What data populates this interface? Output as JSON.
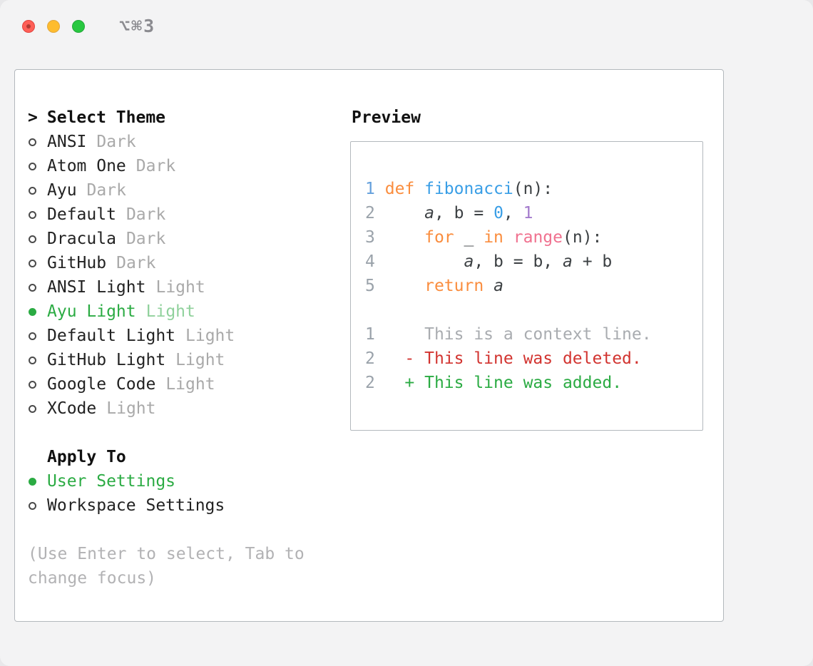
{
  "colors": {
    "accent_green": "#2bab43",
    "accent_green_muted": "#90d19c",
    "gray_text": "#a9a9a9",
    "keyword_orange": "#fa8d3e",
    "function_blue": "#399ee6",
    "number_blue": "#399ee6",
    "number_purple": "#a37acc",
    "range_pink": "#f0718f",
    "diff_red": "#d23430",
    "diff_green": "#2bab43",
    "traffic_red": "#ff5f57",
    "traffic_yellow": "#febc2e",
    "traffic_green": "#28c840"
  },
  "window": {
    "title": "⌥⌘3"
  },
  "theme_list": {
    "prompt": ">",
    "header": "Select Theme",
    "items": [
      {
        "name": "ANSI",
        "variant": "Dark",
        "selected": false
      },
      {
        "name": "Atom One",
        "variant": "Dark",
        "selected": false
      },
      {
        "name": "Ayu",
        "variant": "Dark",
        "selected": false
      },
      {
        "name": "Default",
        "variant": "Dark",
        "selected": false
      },
      {
        "name": "Dracula",
        "variant": "Dark",
        "selected": false
      },
      {
        "name": "GitHub",
        "variant": "Dark",
        "selected": false
      },
      {
        "name": "ANSI Light",
        "variant": "Light",
        "selected": false
      },
      {
        "name": "Ayu Light",
        "variant": "Light",
        "selected": true
      },
      {
        "name": "Default Light",
        "variant": "Light",
        "selected": false
      },
      {
        "name": "GitHub Light",
        "variant": "Light",
        "selected": false
      },
      {
        "name": "Google Code",
        "variant": "Light",
        "selected": false
      },
      {
        "name": "XCode",
        "variant": "Light",
        "selected": false
      }
    ]
  },
  "apply_to": {
    "header": "Apply To",
    "options": [
      {
        "label": "User Settings",
        "selected": true
      },
      {
        "label": "Workspace Settings",
        "selected": false
      }
    ]
  },
  "hint": "(Use Enter to select, Tab to change focus)",
  "preview": {
    "header": "Preview",
    "code_lines": [
      {
        "num": "1",
        "num_style": "blue",
        "tokens": [
          {
            "t": "def ",
            "s": "kw"
          },
          {
            "t": "fibonacci",
            "s": "fn"
          },
          {
            "t": "(n):",
            "s": "plain"
          }
        ]
      },
      {
        "num": "2",
        "num_style": "gray",
        "tokens": [
          {
            "t": "    ",
            "s": "plain"
          },
          {
            "t": "a",
            "s": "var"
          },
          {
            "t": ", b = ",
            "s": "plain"
          },
          {
            "t": "0",
            "s": "numblue"
          },
          {
            "t": ", ",
            "s": "plain"
          },
          {
            "t": "1",
            "s": "numpurple"
          }
        ]
      },
      {
        "num": "3",
        "num_style": "gray",
        "tokens": [
          {
            "t": "    ",
            "s": "plain"
          },
          {
            "t": "for",
            "s": "kw"
          },
          {
            "t": " _ ",
            "s": "plain"
          },
          {
            "t": "in",
            "s": "kw"
          },
          {
            "t": " ",
            "s": "plain"
          },
          {
            "t": "range",
            "s": "pink"
          },
          {
            "t": "(n):",
            "s": "plain"
          }
        ]
      },
      {
        "num": "4",
        "num_style": "gray",
        "tokens": [
          {
            "t": "        ",
            "s": "plain"
          },
          {
            "t": "a",
            "s": "var"
          },
          {
            "t": ", b = b, ",
            "s": "plain"
          },
          {
            "t": "a",
            "s": "var"
          },
          {
            "t": " + b",
            "s": "plain"
          }
        ]
      },
      {
        "num": "5",
        "num_style": "gray",
        "tokens": [
          {
            "t": "    ",
            "s": "plain"
          },
          {
            "t": "return",
            "s": "kw"
          },
          {
            "t": " ",
            "s": "plain"
          },
          {
            "t": "a",
            "s": "var"
          }
        ]
      }
    ],
    "diff_lines": [
      {
        "num": "1",
        "style": "context",
        "text": "     This is a context line."
      },
      {
        "num": "2",
        "style": "deleted",
        "text": "   - This line was deleted."
      },
      {
        "num": "2",
        "style": "added",
        "text": "   + This line was added."
      }
    ]
  }
}
